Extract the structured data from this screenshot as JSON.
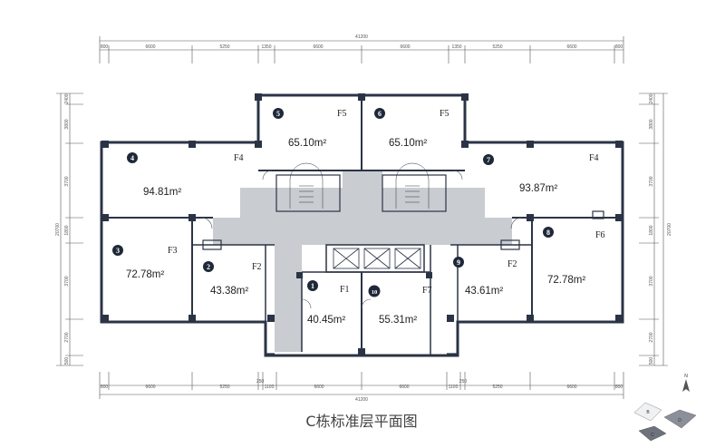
{
  "title": "C栋标准层平面图",
  "dimensions": {
    "top_total": "41200",
    "top_segments": [
      "800",
      "6600",
      "5250",
      "1350",
      "6600",
      "6600",
      "1350",
      "5250",
      "6600",
      "800"
    ],
    "bottom_total": "41200",
    "bottom_segments": [
      "800",
      "6600",
      "5250",
      "250",
      "1100",
      "6600",
      "6600",
      "1100",
      "250",
      "5250",
      "6600",
      "800"
    ],
    "left_total": "20700",
    "left_segments": [
      "2400",
      "3800",
      "3700",
      "1800",
      "3700",
      "2700",
      "500"
    ],
    "right_total": "20700",
    "right_segments": [
      "2400",
      "3800",
      "3700",
      "1800",
      "3700",
      "2700",
      "500"
    ]
  },
  "units": [
    {
      "num": "1",
      "type": "F1",
      "area": "40.45m²"
    },
    {
      "num": "2",
      "type": "F2",
      "area": "43.38m²"
    },
    {
      "num": "3",
      "type": "F3",
      "area": "72.78m²"
    },
    {
      "num": "4",
      "type": "F4",
      "area": "94.81m²"
    },
    {
      "num": "5",
      "type": "F5",
      "area": "65.10m²"
    },
    {
      "num": "6",
      "type": "F5",
      "area": "65.10m²"
    },
    {
      "num": "7",
      "type": "F4",
      "area": "93.87m²"
    },
    {
      "num": "8",
      "type": "F6",
      "area": "72.78m²"
    },
    {
      "num": "9",
      "type": "F2",
      "area": "43.61m²"
    },
    {
      "num": "10",
      "type": "F7",
      "area": "55.31m²"
    }
  ],
  "key_plan": {
    "labels": [
      "B",
      "D",
      "C"
    ],
    "north_label": "N"
  },
  "colors": {
    "wall": "#2b3445",
    "corridor": "#c9ccd0",
    "marker": "#1f2838",
    "line": "#444444"
  }
}
